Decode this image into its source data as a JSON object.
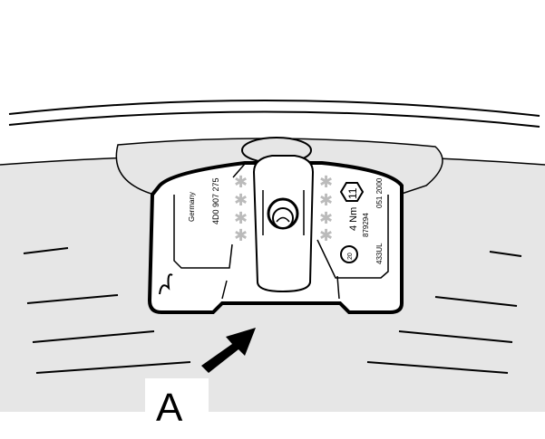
{
  "sensor": {
    "country": "Germany",
    "part_number": "4D0 907 275",
    "hex_number": "11",
    "torque": "4 Nm",
    "code1": "879294",
    "code2": "051 2000",
    "circle_number": "20",
    "code3": "433UL"
  },
  "callout": {
    "label": "A"
  },
  "colors": {
    "rim_fill": "#e6e6e6",
    "stroke": "#000000",
    "asterisk": "#bbbbbb"
  }
}
